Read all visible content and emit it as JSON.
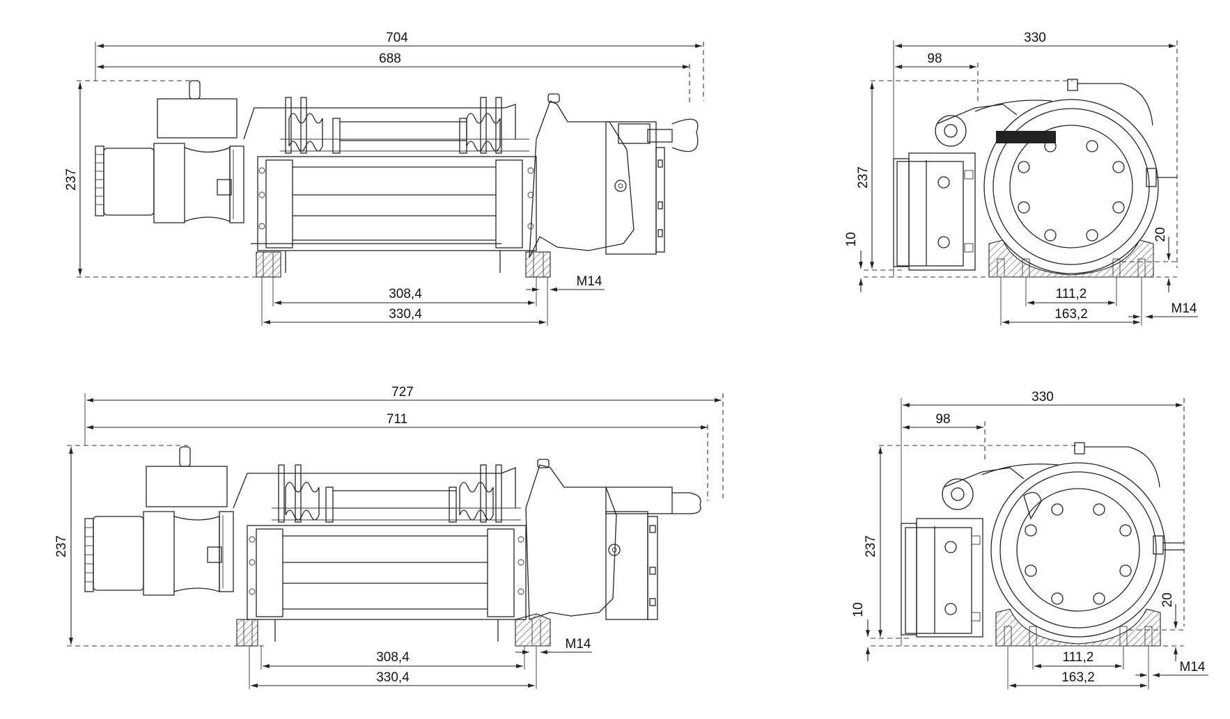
{
  "colors": {
    "line": "#222222",
    "background": "#ffffff"
  },
  "views": {
    "top_side": {
      "overall_length": "704",
      "drum_length": "688",
      "height": "237",
      "base_width_inner": "308,4",
      "base_width_outer": "330,4",
      "bolt": "M14"
    },
    "top_front": {
      "width": "330",
      "offset": "98",
      "height": "237",
      "base_height": "10",
      "foot_height": "20",
      "hole_spacing_inner": "111,2",
      "hole_spacing_outer": "163,2",
      "bolt": "M14"
    },
    "bottom_side": {
      "overall_length": "727",
      "drum_length": "711",
      "height": "237",
      "base_width_inner": "308,4",
      "base_width_outer": "330,4",
      "bolt": "M14"
    },
    "bottom_front": {
      "width": "330",
      "offset": "98",
      "height": "237",
      "base_height": "10",
      "foot_height": "20",
      "hole_spacing_inner": "111,2",
      "hole_spacing_outer": "163,2",
      "bolt": "M14"
    }
  }
}
